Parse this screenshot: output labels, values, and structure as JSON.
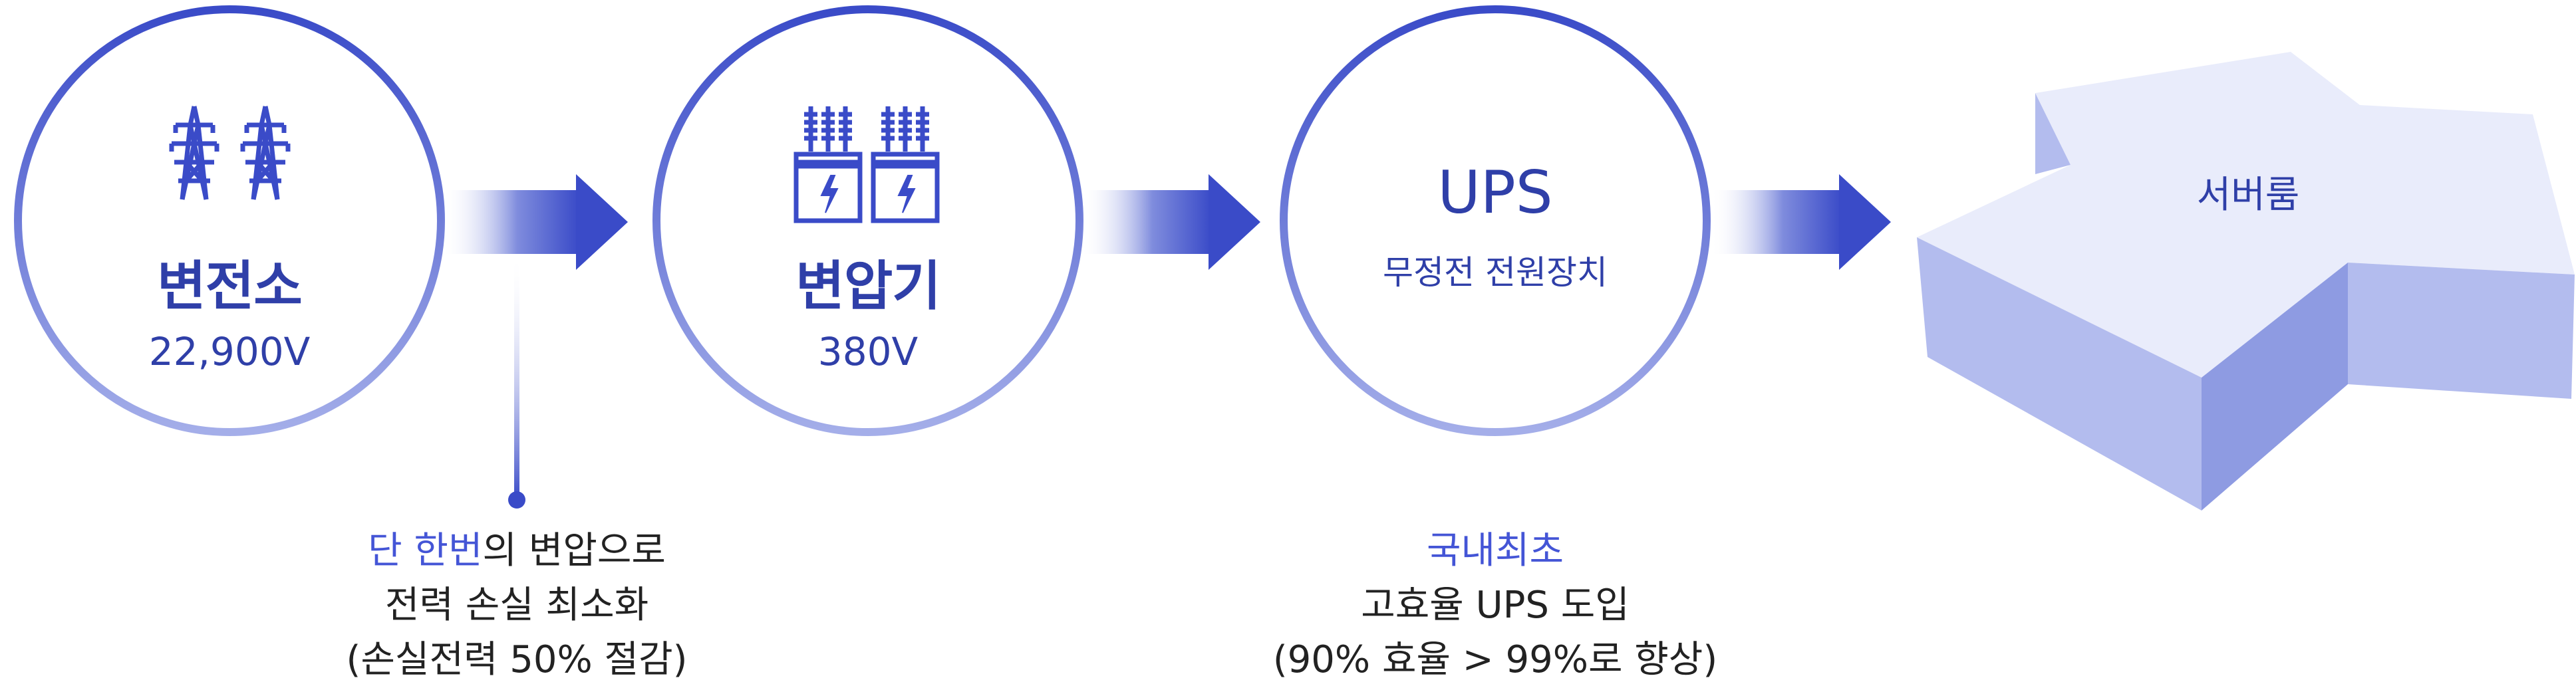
{
  "nodes": {
    "substation": {
      "title": "변전소",
      "voltage": "22,900V"
    },
    "transformer": {
      "title": "변압기",
      "voltage": "380V"
    },
    "ups": {
      "title": "UPS",
      "subtitle": "무정전 전원장치"
    },
    "server_room": {
      "label": "서버룸"
    }
  },
  "notes": {
    "transformer_note": {
      "highlight": "단 한번",
      "line1_rest": "의 변압으로",
      "line2": "전력 손실 최소화",
      "line3": "(손실전력 50% 절감)"
    },
    "ups_note": {
      "highlight": "국내최초",
      "line2": "고효율 UPS 도입",
      "line3": "(90% 효율 > 99%로 향상)"
    }
  },
  "colors": {
    "primary": "#3a4bc8",
    "text_dark": "#2f3fa8",
    "accent": "#4455d6",
    "circle_gradient_end": "#9aa6e6",
    "room_top": "#e9ecfb",
    "room_front": "#b3bcee",
    "room_side": "#8e9be2"
  },
  "icons": {
    "substation": "transmission-tower-icon",
    "transformer": "transformer-icon"
  }
}
